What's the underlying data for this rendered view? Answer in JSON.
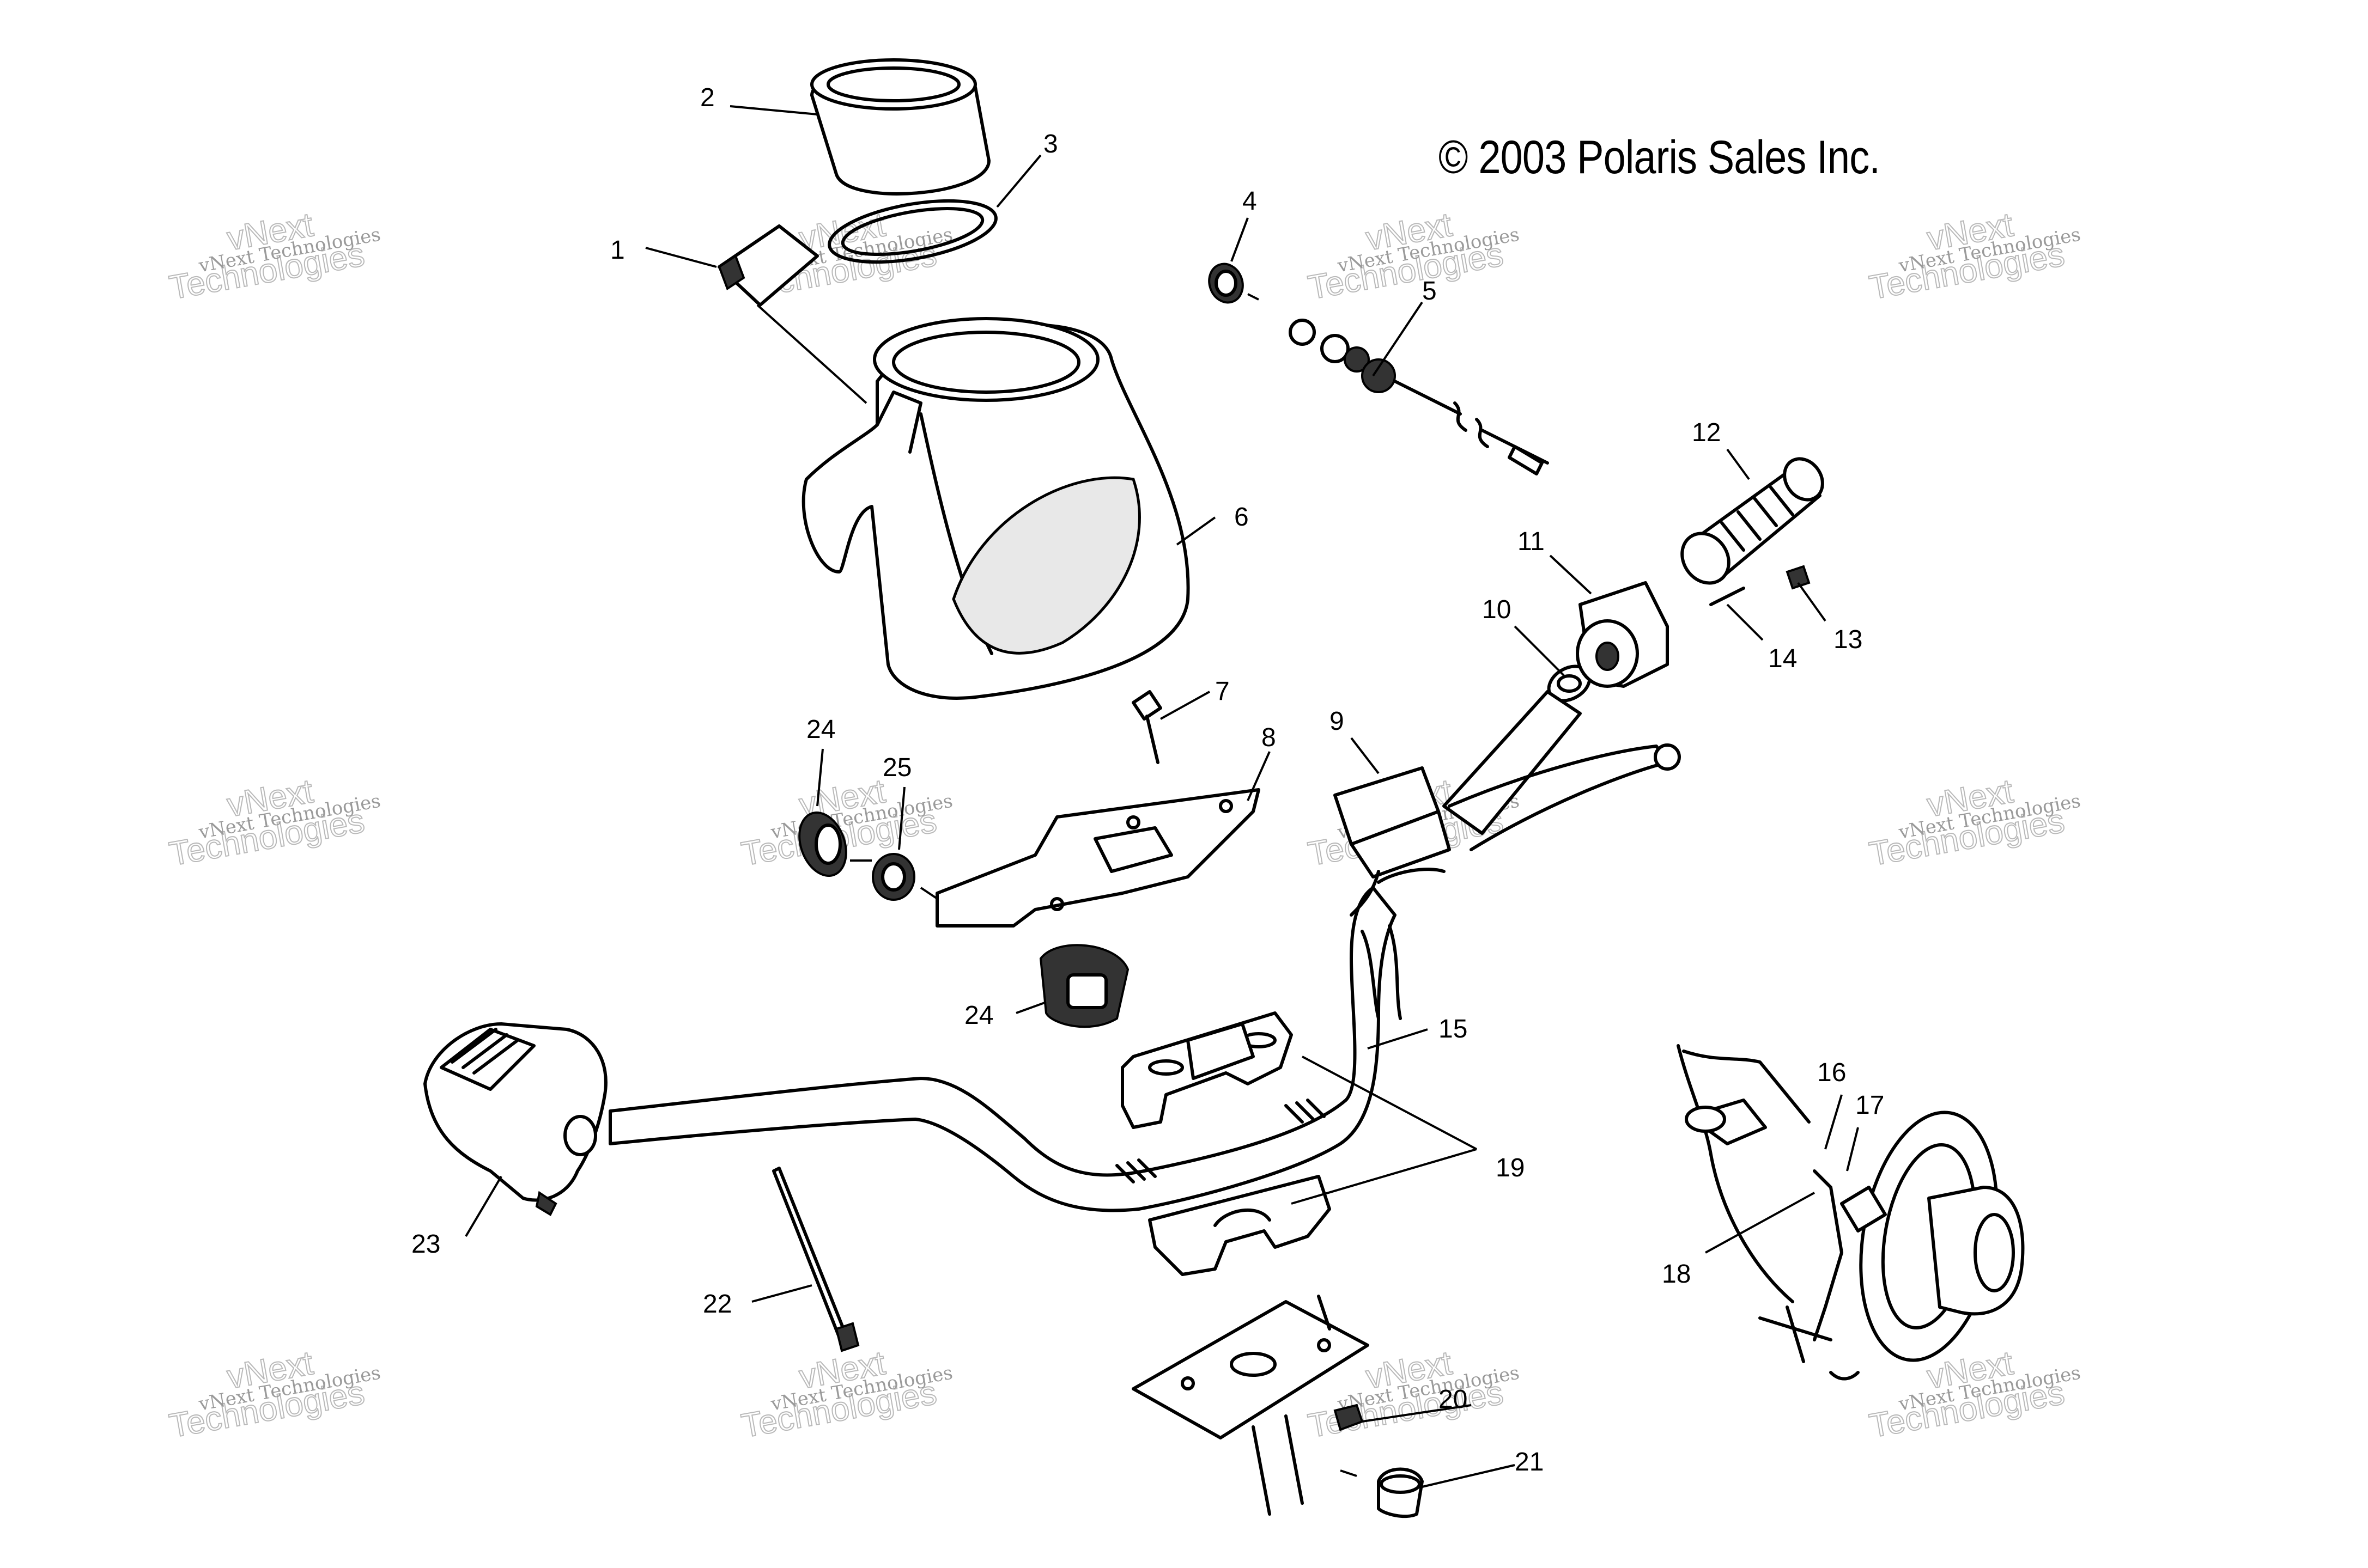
{
  "copyright": "© 2003 Polaris Sales Inc.",
  "watermark": {
    "line1": "vNext Technologies",
    "line2": "vNext",
    "line3": "Technologies"
  },
  "callouts": [
    "1",
    "2",
    "3",
    "4",
    "5",
    "6",
    "7",
    "8",
    "9",
    "10",
    "11",
    "12",
    "13",
    "14",
    "15",
    "16",
    "17",
    "18",
    "19",
    "20",
    "21",
    "22",
    "23",
    "24",
    "24",
    "25"
  ],
  "colors": {
    "line": "#000000",
    "background": "#ffffff",
    "watermark": "#b9b9b9"
  }
}
